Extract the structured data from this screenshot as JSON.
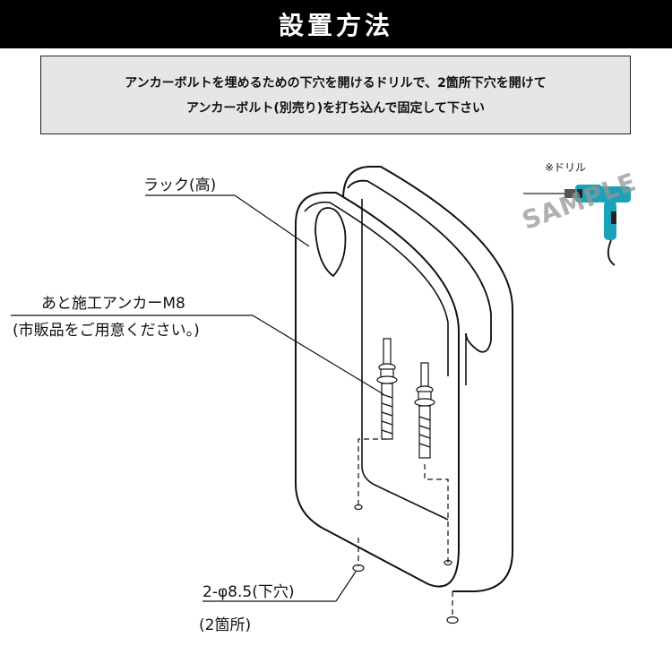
{
  "header": {
    "title": "設置方法"
  },
  "instruction": {
    "line1": "アンカーボルトを埋めるための下穴を開けるドリルで、2箇所下穴を開けて",
    "line2": "アンカーボルト(別売り)を打ち込んで固定して下さい"
  },
  "diagram": {
    "rack_label": "ラック(高)",
    "anchor_label_line1": "あと施工アンカーM8",
    "anchor_label_line2": "(市販品をご用意ください。)",
    "hole_label": "2-φ8.5(下穴)",
    "hole_count": "(2箇所)"
  },
  "drill": {
    "caption": "※ドリル",
    "watermark": "SAMPLE",
    "brand_color": "#1aa3b8",
    "icon": "drill-icon"
  },
  "colors": {
    "title_bg": "#000000",
    "title_text": "#ffffff",
    "note_bg": "#e6e6e6"
  }
}
